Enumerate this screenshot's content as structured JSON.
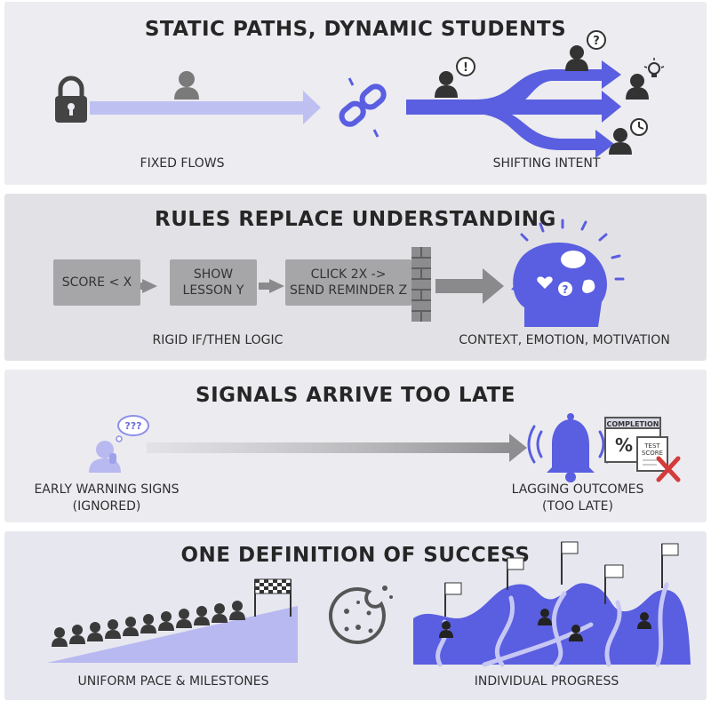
{
  "panels": [
    {
      "title": "STATIC PATHS, DYNAMIC STUDENTS",
      "captions": [
        "FIXED FLOWS",
        "SHIFTING INTENT"
      ]
    },
    {
      "title": "RULES REPLACE UNDERSTANDING",
      "captions": [
        "RIGID IF/THEN LOGIC",
        "CONTEXT, EMOTION, MOTIVATION"
      ],
      "rules": [
        "SCORE < X",
        "SHOW\nLESSON Y",
        "CLICK 2X ->\nSEND REMINDER Z"
      ]
    },
    {
      "title": "SIGNALS ARRIVE TOO LATE",
      "captions": [
        "EARLY WARNING SIGNS\n(IGNORED)",
        "LAGGING OUTCOMES\n(TOO LATE)"
      ],
      "thought_bubble": "???",
      "doc_title": "COMPLETION",
      "doc_symbol": "%",
      "score_label": "TEST\nSCORE"
    },
    {
      "title": "ONE DEFINITION OF SUCCESS",
      "captions": [
        "UNIFORM PACE & MILESTONES",
        "INDIVIDUAL PROGRESS"
      ]
    }
  ],
  "colors": {
    "accent": "#5a5ee0",
    "accent_light": "#b8b9f0",
    "gray_arrow": "#9c9c9e",
    "dark": "#2e2e2e",
    "red": "#d43b3b"
  },
  "icons": [
    "lock-icon",
    "person-icon",
    "broken-link-icon",
    "question-bubble-icon",
    "exclamation-bubble-icon",
    "lightbulb-icon",
    "clock-icon",
    "brain-head-icon",
    "wall-icon",
    "bell-icon",
    "document-icon",
    "cookie-icon",
    "checkered-flag-icon"
  ]
}
